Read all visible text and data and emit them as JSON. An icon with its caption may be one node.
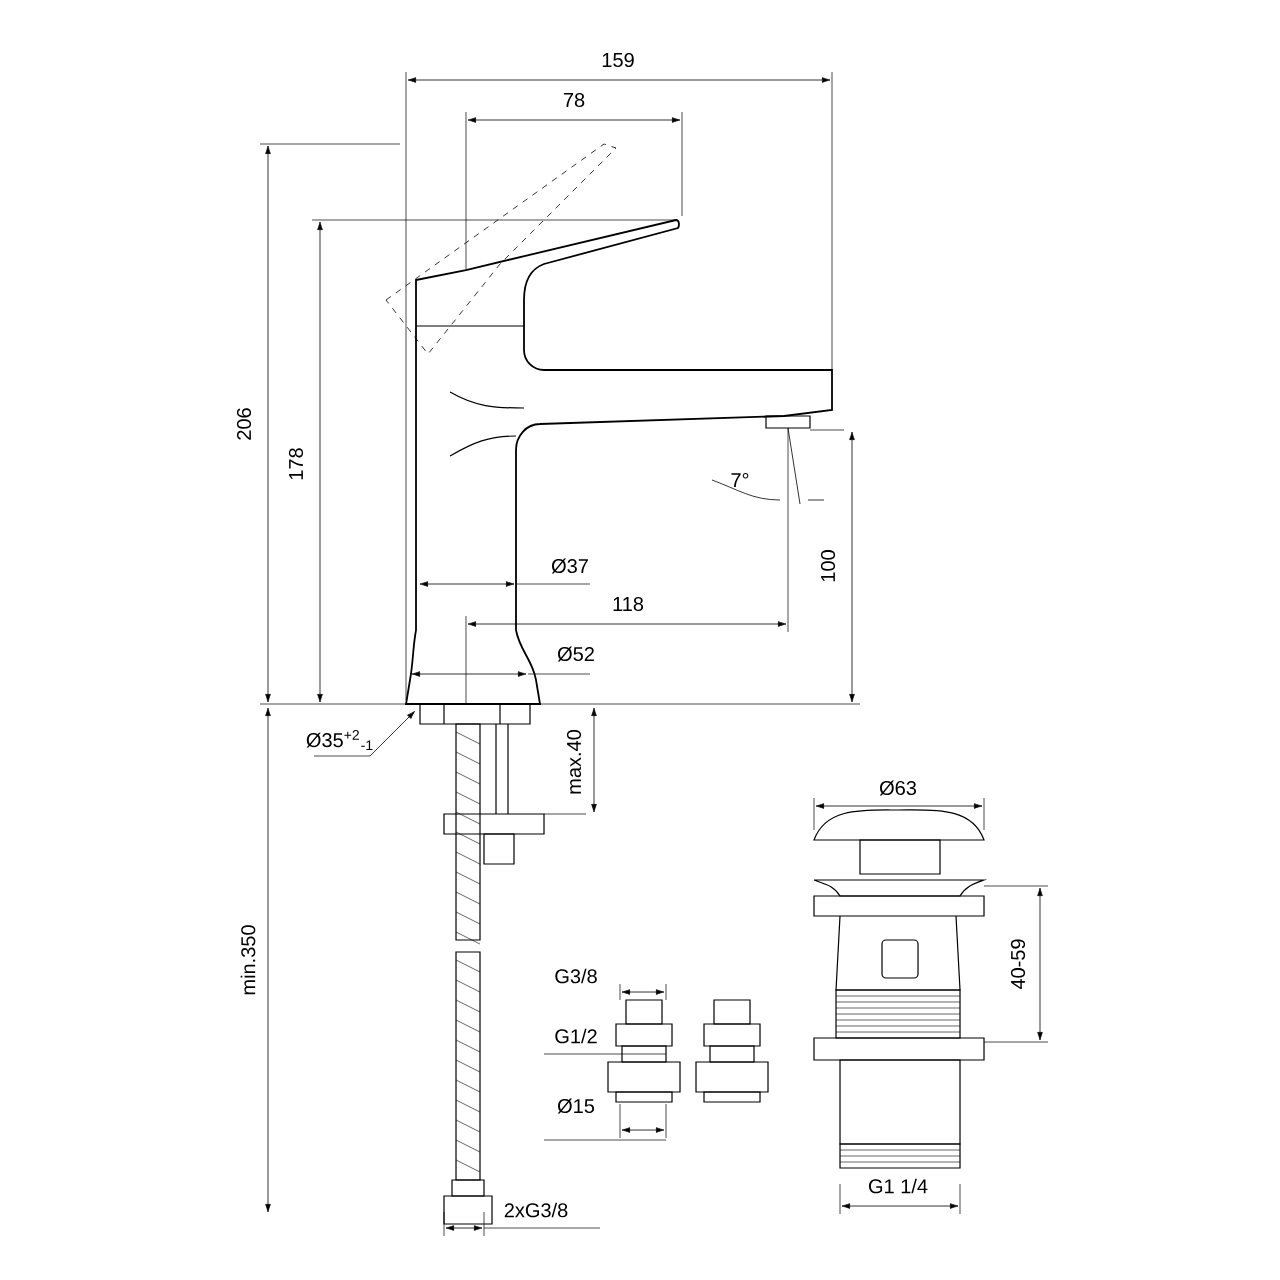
{
  "diagram": {
    "labels": [
      "159",
      "78",
      "206",
      "178",
      "7°",
      "100",
      "Ø37",
      "118",
      "Ø52",
      "Ø35$^{+2}$$_{-1}$",
      "max.40",
      "min.350",
      "Ø63",
      "40-59",
      "G3/8",
      "G1/2",
      "Ø15",
      "G1 1/4",
      "2xG3/8"
    ]
  }
}
